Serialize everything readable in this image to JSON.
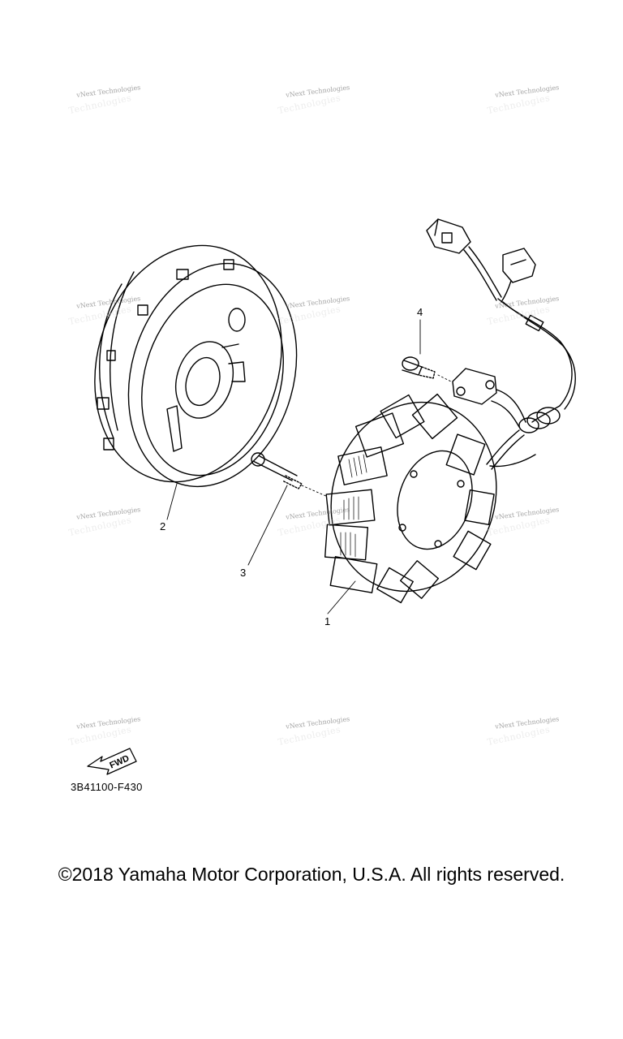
{
  "diagram": {
    "callouts": [
      "1",
      "2",
      "3",
      "4"
    ],
    "part_number": "3B41100-F430",
    "fwd_label": "FWD",
    "copyright": "©2018 Yamaha Motor Corporation, U.S.A. All rights reserved.",
    "watermark": {
      "line1": "vNext Technologies",
      "line2": "Technologies"
    }
  }
}
